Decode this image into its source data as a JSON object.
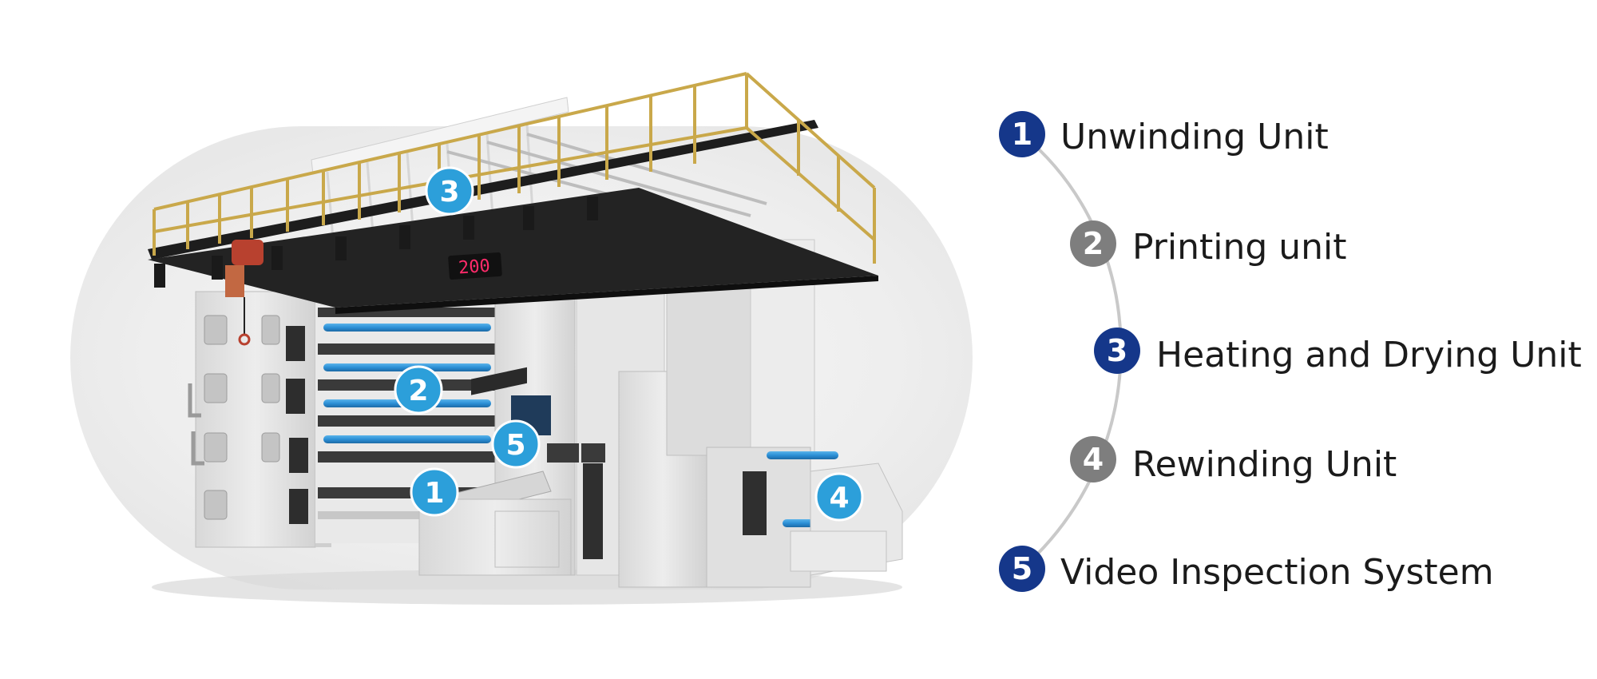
{
  "machine_markers": [
    {
      "num": "3"
    },
    {
      "num": "2"
    },
    {
      "num": "5"
    },
    {
      "num": "1"
    },
    {
      "num": "4"
    }
  ],
  "speed_display": "200",
  "legend": [
    {
      "num": "1",
      "label": "Unwinding Unit",
      "style": "dark"
    },
    {
      "num": "2",
      "label": "Printing unit",
      "style": "gray"
    },
    {
      "num": "3",
      "label": "Heating and Drying Unit",
      "style": "dark"
    },
    {
      "num": "4",
      "label": "Rewinding Unit",
      "style": "gray"
    },
    {
      "num": "5",
      "label": "Video Inspection System",
      "style": "dark"
    }
  ],
  "colors": {
    "marker_blue": "#2c9fda",
    "badge_dark": "#15378a",
    "badge_gray": "#7e7e7e",
    "railing_yellow": "#c9a84a",
    "frame_black": "#1d1d1d",
    "machine_gray": "#e3e3e3",
    "roller_blue": "#2b8fd6"
  }
}
